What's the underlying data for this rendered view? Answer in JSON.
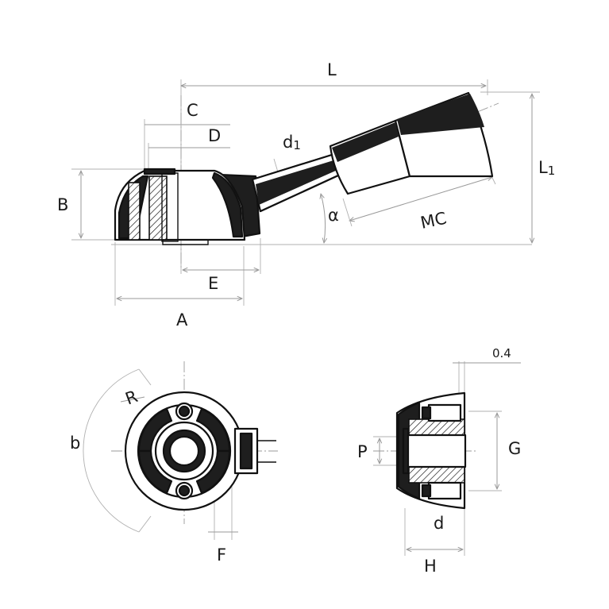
{
  "labels": {
    "L": "L",
    "C": "C",
    "D": "D",
    "d1": "d",
    "d1_sub": "1",
    "L1": "L",
    "L1_sub": "1",
    "B": "B",
    "alpha": "α",
    "MC": "MC",
    "E": "E",
    "A": "A",
    "R": "R",
    "b": "b",
    "F": "F",
    "thickness": "0.4",
    "P": "P",
    "G": "G",
    "d": "d",
    "H": "H"
  },
  "colors": {
    "outline": "#111111",
    "fill_dark": "#1e1e1e",
    "dimension": "#9a9a9a",
    "text": "#1a1a1a"
  }
}
